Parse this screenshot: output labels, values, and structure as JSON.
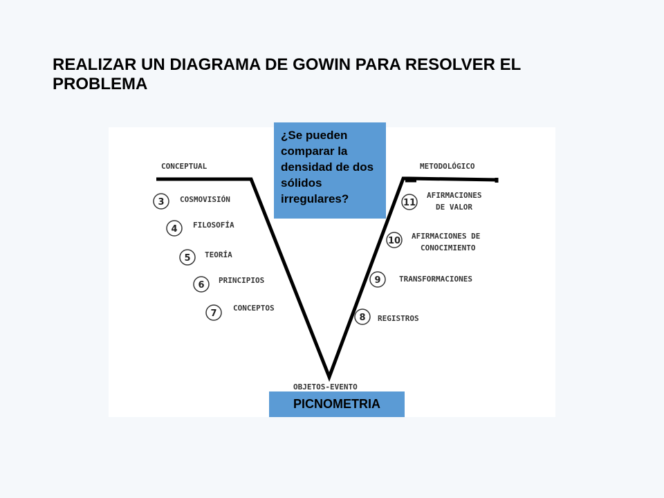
{
  "title": "REALIZAR UN DIAGRAMA DE GOWIN PARA RESOLVER EL PROBLEMA",
  "question": "¿Se pueden comparar la densidad de dos sólidos irregulares?",
  "event": "PICNOMETRIA",
  "diagram": {
    "left_header": "CONCEPTUAL",
    "right_header": "METODOLÓGICO",
    "bottom_label": "OBJETOS-EVENTO",
    "left_items": [
      {
        "num": "3",
        "label": "COSMOVISIÓN"
      },
      {
        "num": "4",
        "label": "FILOSOFÍA"
      },
      {
        "num": "5",
        "label": "TEORÍA"
      },
      {
        "num": "6",
        "label": "PRINCIPIOS"
      },
      {
        "num": "7",
        "label": "CONCEPTOS"
      }
    ],
    "right_items": [
      {
        "num": "11",
        "label_line1": "AFIRMACIONES",
        "label_line2": "DE VALOR"
      },
      {
        "num": "10",
        "label_line1": "AFIRMACIONES DE",
        "label_line2": "CONOCIMIENTO"
      },
      {
        "num": "9",
        "label_line1": "TRANSFORMACIONES",
        "label_line2": ""
      },
      {
        "num": "8",
        "label_line1": "REGISTROS",
        "label_line2": ""
      }
    ]
  }
}
